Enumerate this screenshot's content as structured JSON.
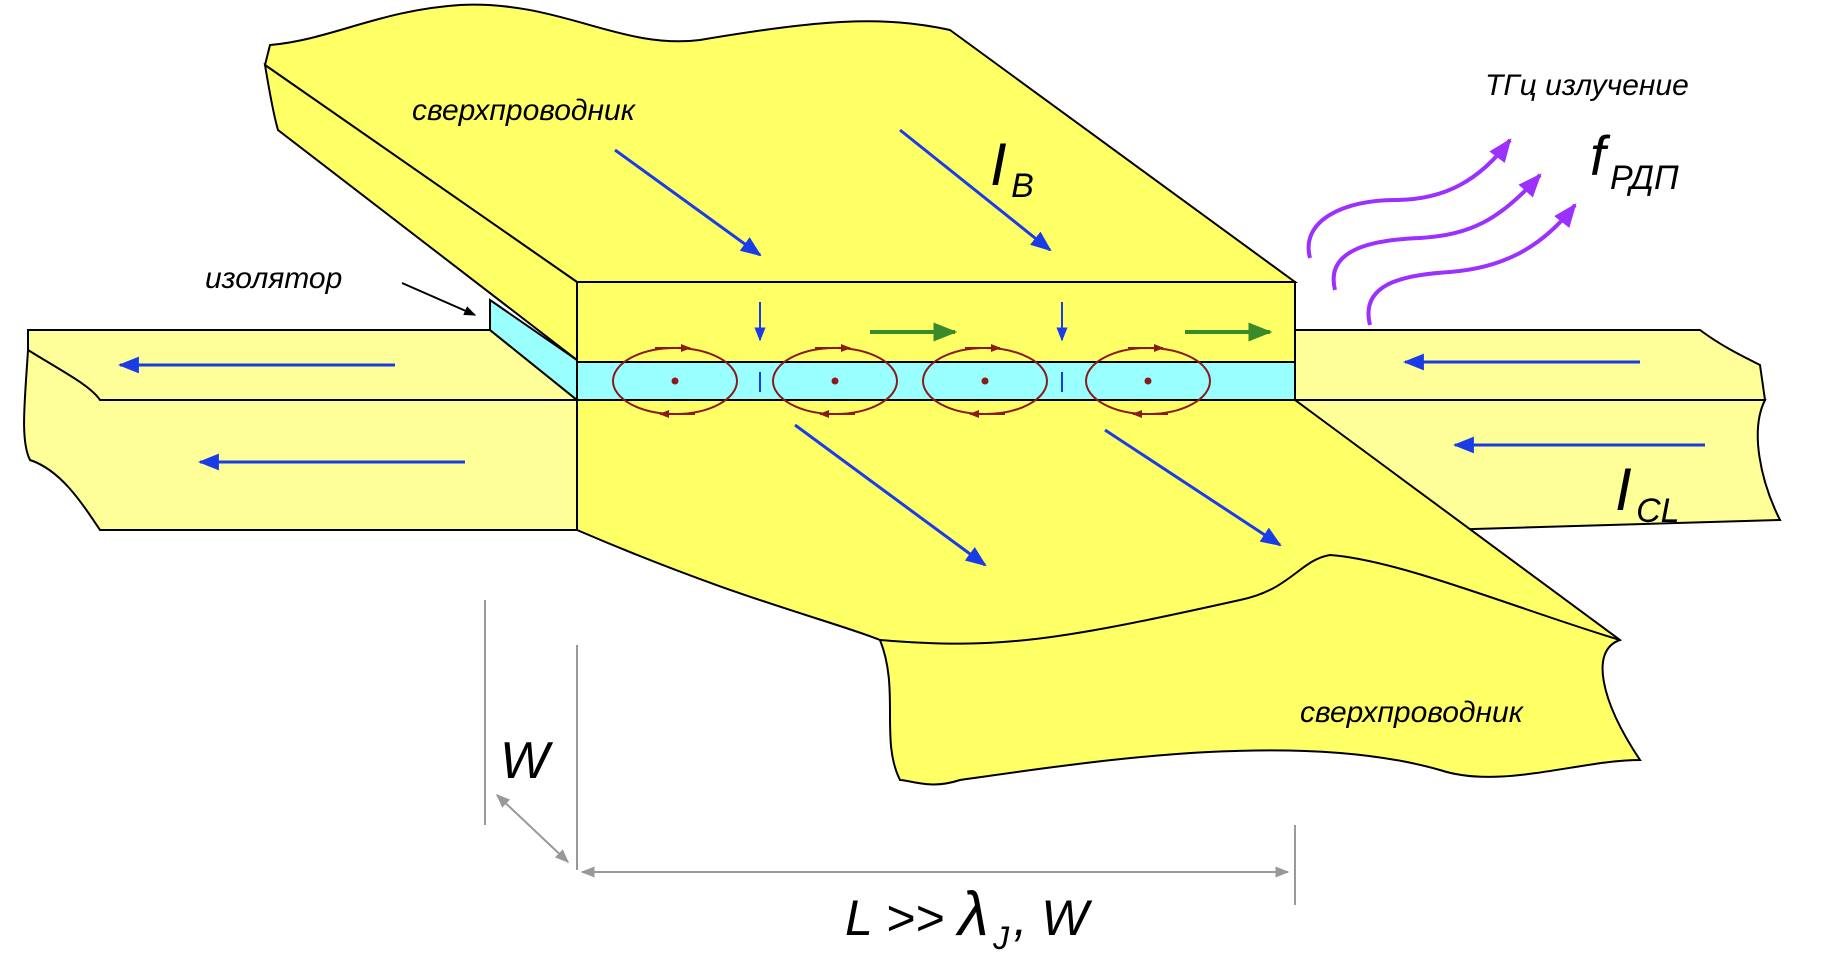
{
  "labels": {
    "superconductor_top": "сверхпроводник",
    "superconductor_bottom": "сверхпроводник",
    "insulator": "изолятор",
    "emission_title": "ТГц излучение",
    "freq_main": "f",
    "freq_sub": "РДП",
    "current_b_main": "I",
    "current_b_sub": "B",
    "current_cl_main": "I",
    "current_cl_sub": "CL",
    "width_symbol": "W",
    "length_L": "L >> ",
    "length_lambda": "λ",
    "length_lambda_sub": "J",
    "length_rest": ", W"
  },
  "colors": {
    "superconductor_fill": "#FFFF66",
    "bottom_strip_fill": "#FFFF99",
    "insulator_fill": "#99FFFF",
    "current_arrow": "#1A3CE6",
    "fluxon_arrow": "#3A8A2A",
    "vortex": "#8B1A1A",
    "emission": "#9B30FF",
    "dimension": "#999999",
    "outline": "#000000"
  },
  "icons": {
    "current_arrow": "arrow-icon",
    "vortex": "vortex-icon",
    "emission": "wavy-arrow-icon"
  }
}
